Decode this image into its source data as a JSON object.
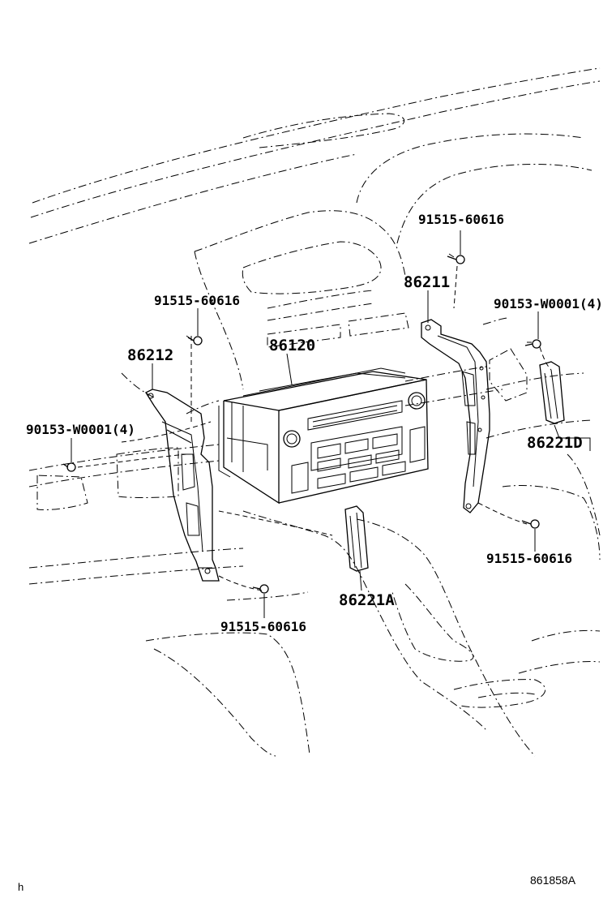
{
  "diagram": {
    "callouts": {
      "bolt_top_right": "91515-60616",
      "bracket_right": "86211",
      "screw_right": "90153-W0001(4)",
      "bolt_top_left": "91515-60616",
      "radio_unit": "86120",
      "bracket_left": "86212",
      "screw_left": "90153-W0001(4)",
      "trim_right": "86221D",
      "bolt_bottom_right": "91515-60616",
      "trim_center": "86221A",
      "bolt_bottom_left": "91515-60616"
    },
    "reference_code": "861858A",
    "corner_mark": "h"
  }
}
